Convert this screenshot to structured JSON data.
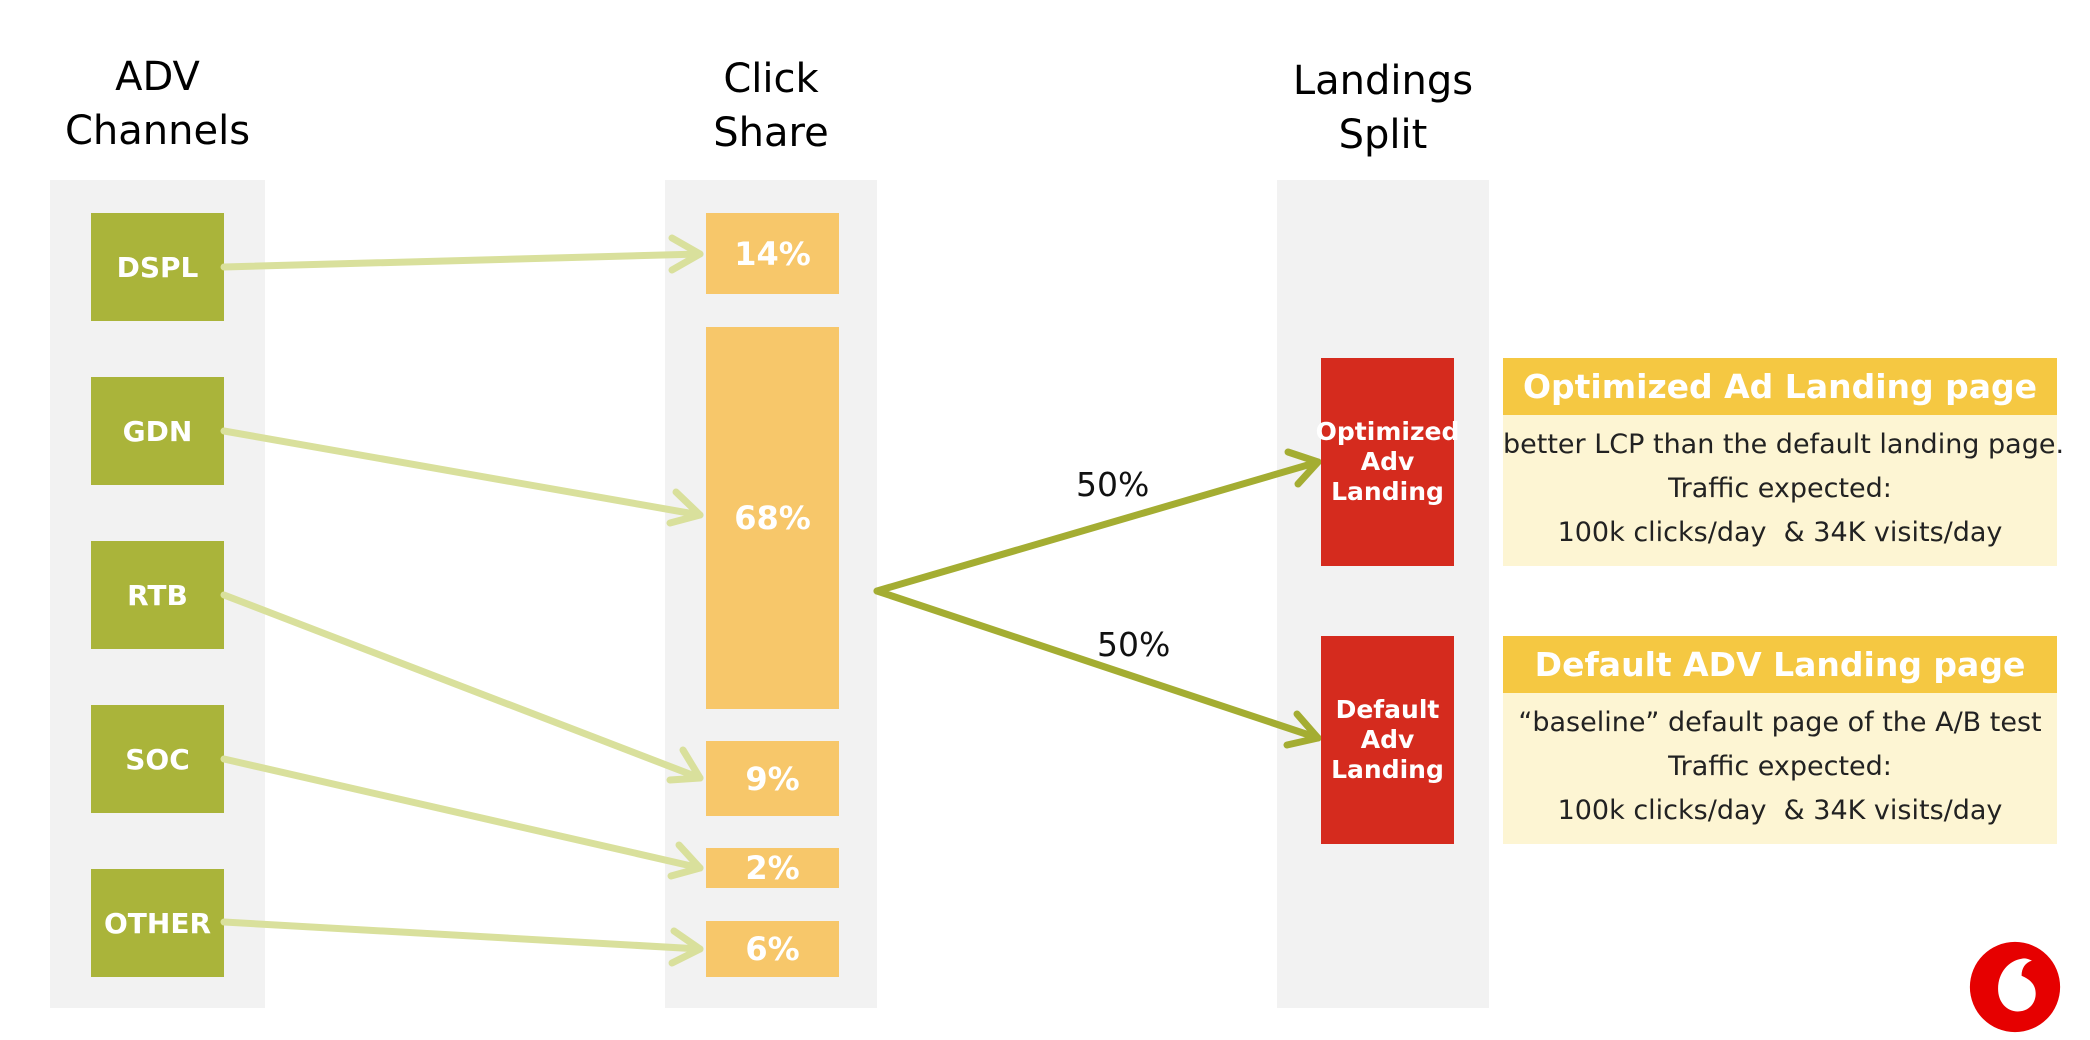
{
  "columns": {
    "adv": "ADV\nChannels",
    "click": "Click\nShare",
    "landings": "Landings\nSplit"
  },
  "channels": [
    "DSPL",
    "GDN",
    "RTB",
    "SOC",
    "OTHER"
  ],
  "shares": [
    "14%",
    "68%",
    "9%",
    "2%",
    "6%"
  ],
  "split": {
    "top_pct": "50%",
    "bottom_pct": "50%"
  },
  "landings": {
    "optimized": [
      "Optimized",
      "Adv",
      "Landing"
    ],
    "default": [
      "Default",
      "Adv",
      "Landing"
    ]
  },
  "info": {
    "optimized": {
      "title": "Optimized Ad Landing page",
      "line1": "better LCP than the default landing page.",
      "line2": "Traffic expected:",
      "line3": "100k clicks/day  & 34K visits/day"
    },
    "default": {
      "title": "Default ADV Landing page",
      "line1": "“baseline” default page of the A/B test",
      "line2": "Traffic expected:",
      "line3": "100k clicks/day  & 34K visits/day"
    }
  },
  "colors": {
    "channel": "#aab43a",
    "share": "#f7c76a",
    "landing": "#d52b1e",
    "info_header": "#f5c842",
    "info_body": "#fdf5d3",
    "channel_arrow": "#d9e09c",
    "split_arrow": "#a4ad32",
    "logo": "#e60000"
  },
  "logo": "vodafone-logo"
}
